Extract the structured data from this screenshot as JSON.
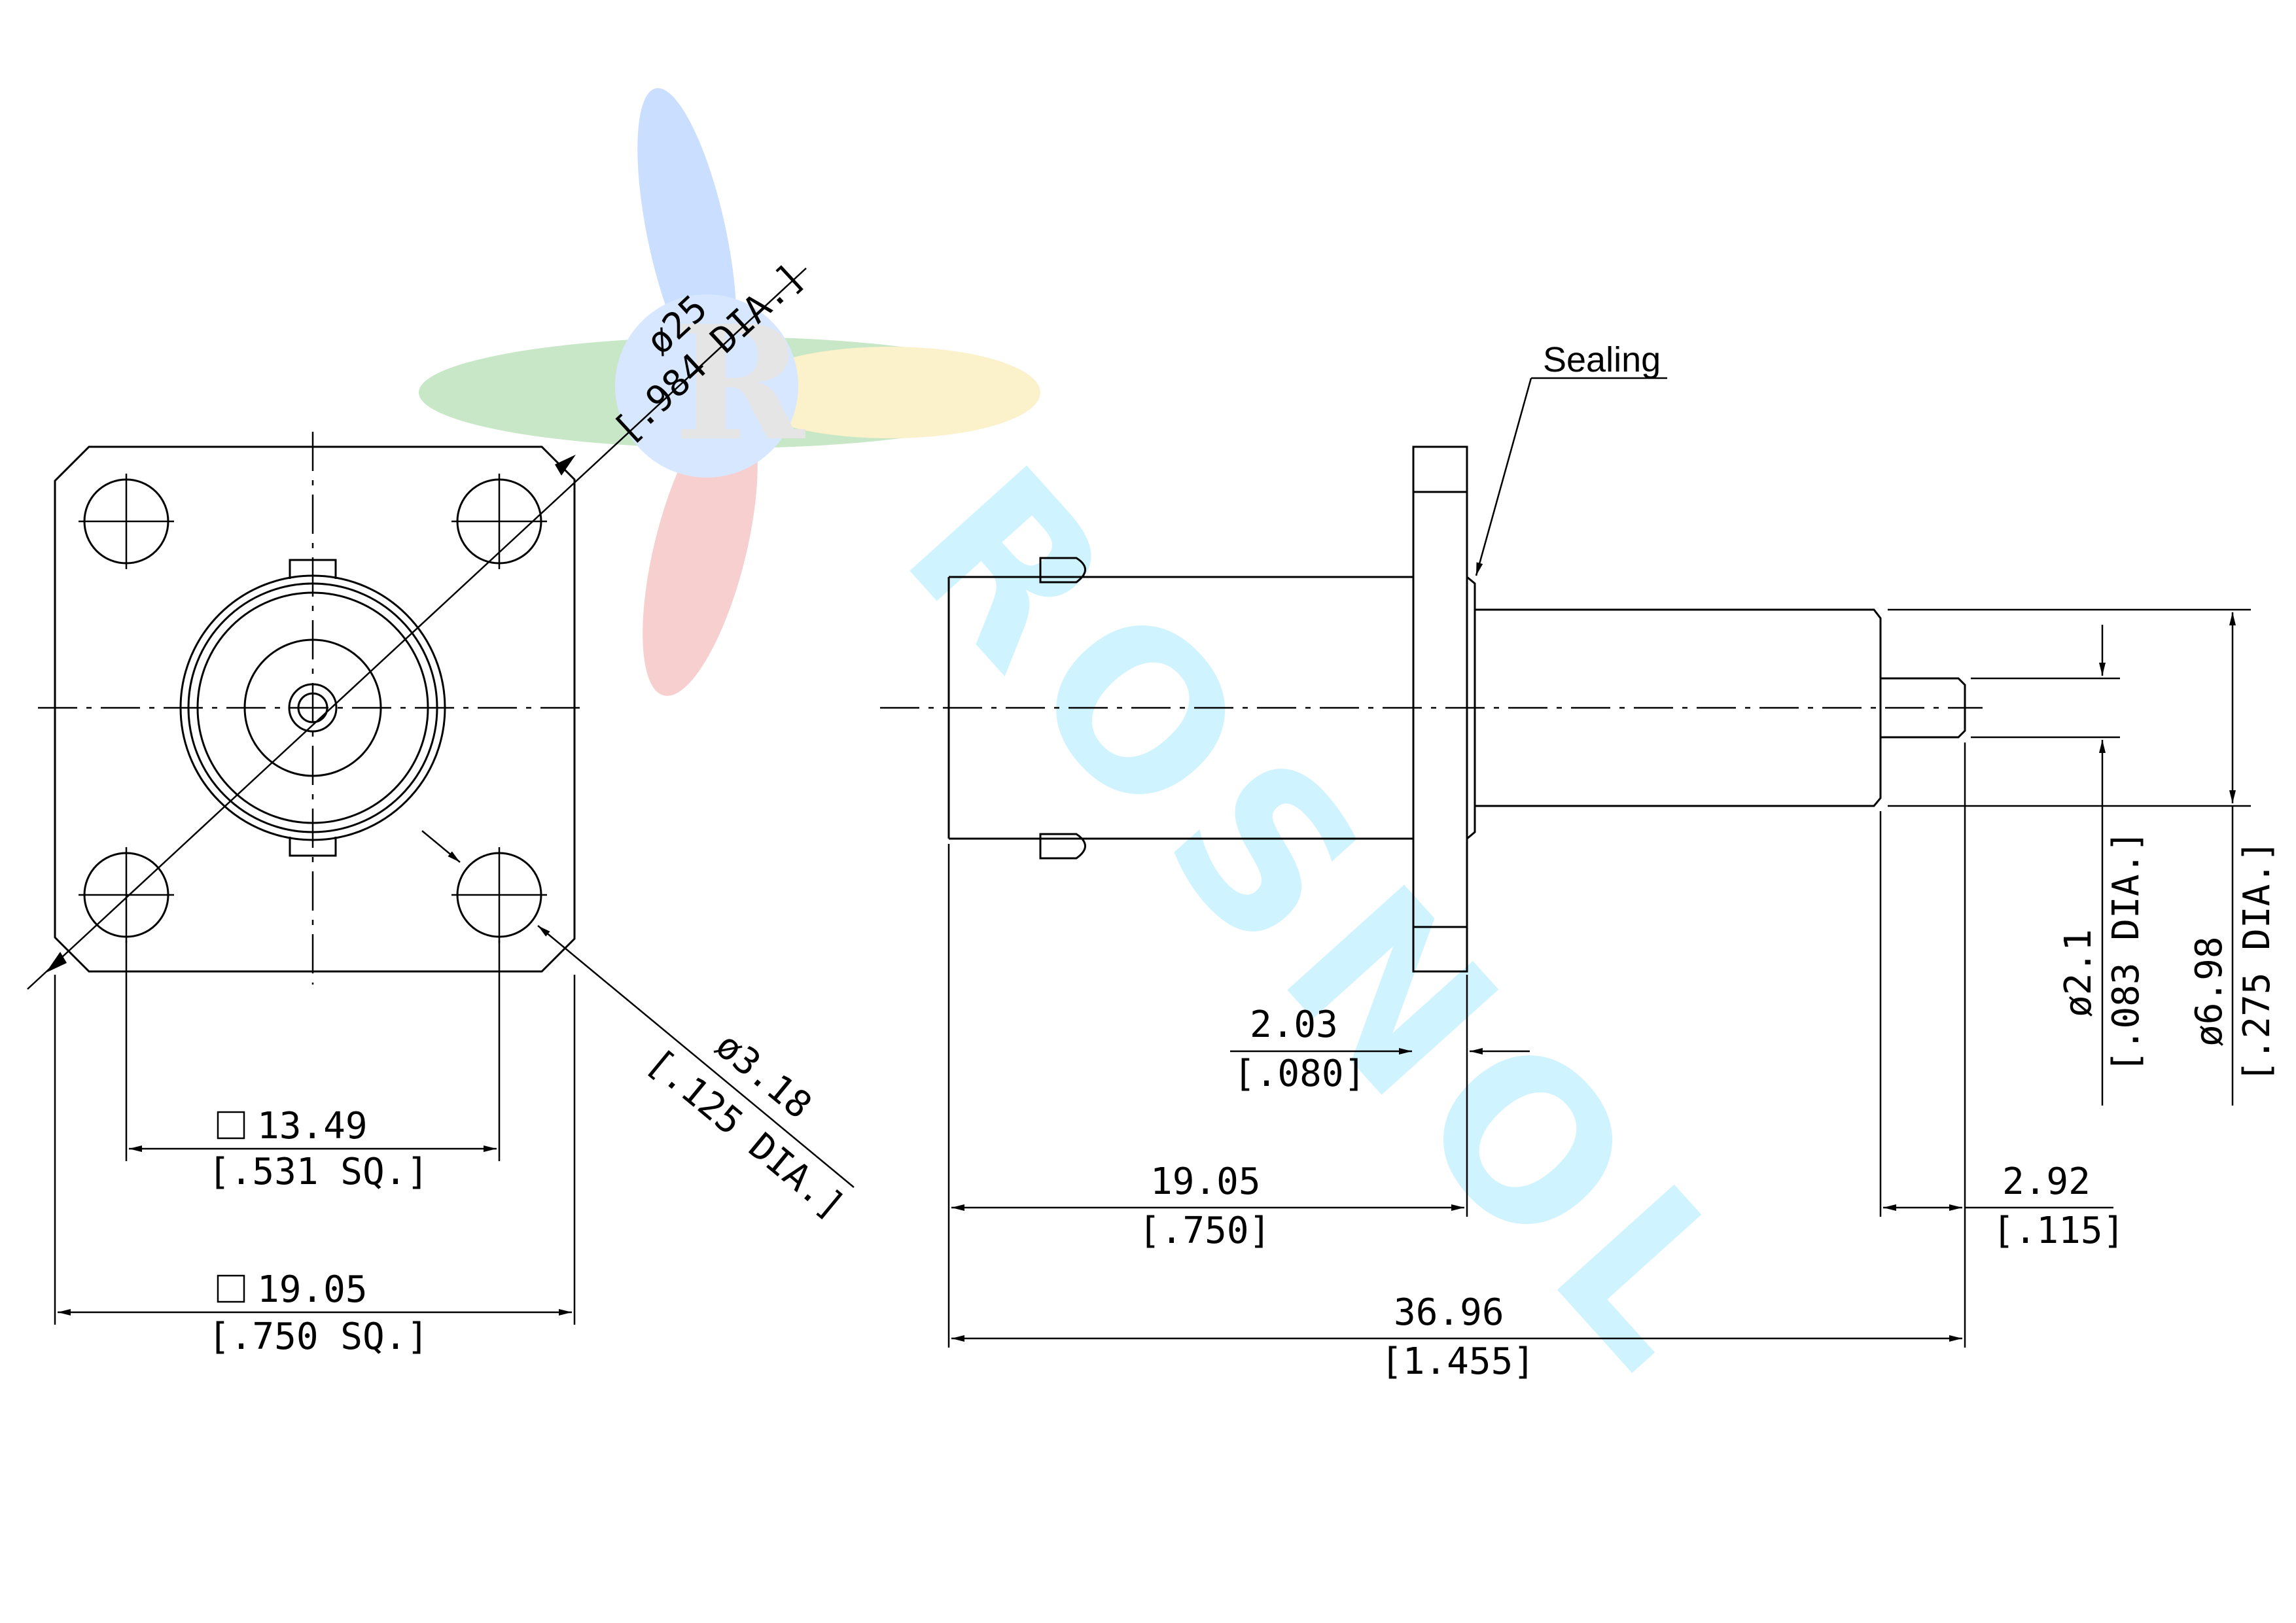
{
  "watermark": {
    "text": "ROSNOL",
    "colors": {
      "blue": "#9fc3ff",
      "green": "#9ad39a",
      "red": "#f0a8a8",
      "yellow": "#f7e7a0",
      "cyan": "#bfefff"
    }
  },
  "front_view": {
    "outer_dia": {
      "mm": "ø25",
      "in": "[.984 DIA.]"
    },
    "hole_dia": {
      "mm": "ø3.18",
      "in": "[.125 DIA.]"
    },
    "hole_spacing": {
      "mm": "13.49",
      "in": "[.531 SQ.]"
    },
    "flange_size": {
      "mm": "19.05",
      "in": "[.750 SQ.]"
    }
  },
  "side_view": {
    "sealing_label": "Sealing",
    "flange_thickness": {
      "mm": "2.03",
      "in": "[.080]"
    },
    "body_length": {
      "mm": "19.05",
      "in": "[.750]"
    },
    "pin_length": {
      "mm": "2.92",
      "in": "[.115]"
    },
    "overall_length": {
      "mm": "36.96",
      "in": "[1.455]"
    },
    "pin_dia": {
      "mm": "ø2.1",
      "in": "[.083 DIA.]"
    },
    "rear_body_dia": {
      "mm": "ø6.98",
      "in": "[.275 DIA.]"
    }
  }
}
